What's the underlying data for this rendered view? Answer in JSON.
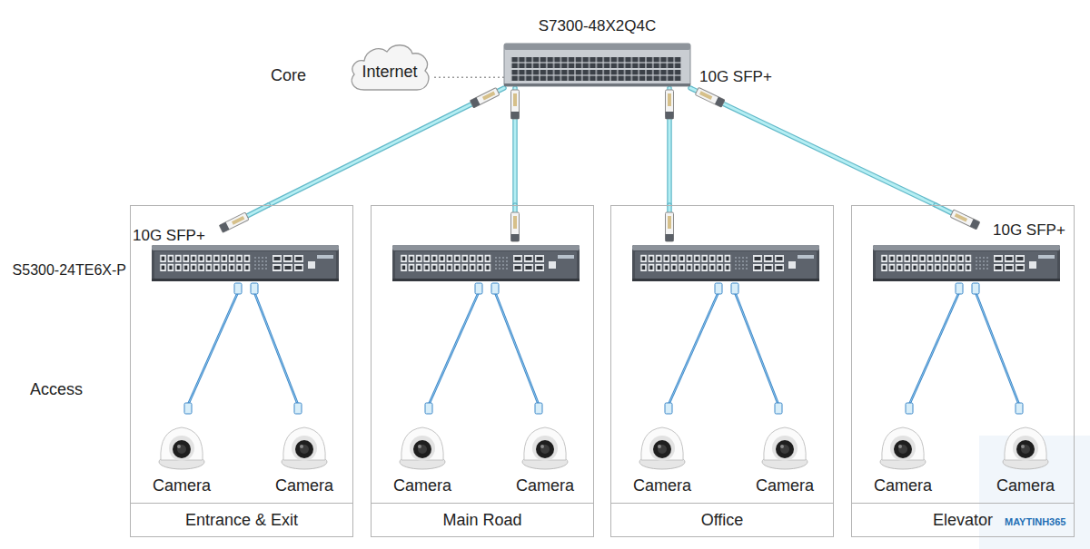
{
  "diagram": {
    "nodes": [
      {
        "text": [
          "S7300-48X2Q4C"
        ]
      },
      {
        "text": [
          "Internet"
        ]
      },
      {
        "text": [
          "Entrance & Exit"
        ]
      },
      {
        "text": [
          "Camera"
        ],
        "in": 2
      },
      {
        "text": [
          "Camera"
        ],
        "in": 2
      },
      {
        "text": [
          "Main Road"
        ]
      },
      {
        "text": [
          "Camera"
        ],
        "in": 5
      },
      {
        "text": [
          "Camera"
        ],
        "in": 5
      },
      {
        "text": [
          "Office"
        ]
      },
      {
        "text": [
          "Camera"
        ],
        "in": 8
      },
      {
        "text": [
          "Camera"
        ],
        "in": 8
      },
      {
        "text": [
          "Elevator"
        ]
      },
      {
        "text": [
          "Camera"
        ],
        "in": 11
      },
      {
        "text": [
          "Camera"
        ],
        "in": 11
      }
    ],
    "edges": [
      {
        "from": 0,
        "to": 1,
        "arrow": "none"
      },
      {
        "from": 0,
        "to": 2,
        "arrow": "none"
      },
      {
        "from": 0,
        "to": 5,
        "arrow": "none"
      },
      {
        "from": 0,
        "to": 8,
        "arrow": "none"
      },
      {
        "from": 0,
        "to": 11,
        "arrow": "none"
      }
    ],
    "labels": [
      "Core",
      "10G SFP+",
      "10G SFP+",
      "S5300-24TE6X-P",
      "10G SFP+",
      "Access",
      "MAYTINH365"
    ]
  }
}
